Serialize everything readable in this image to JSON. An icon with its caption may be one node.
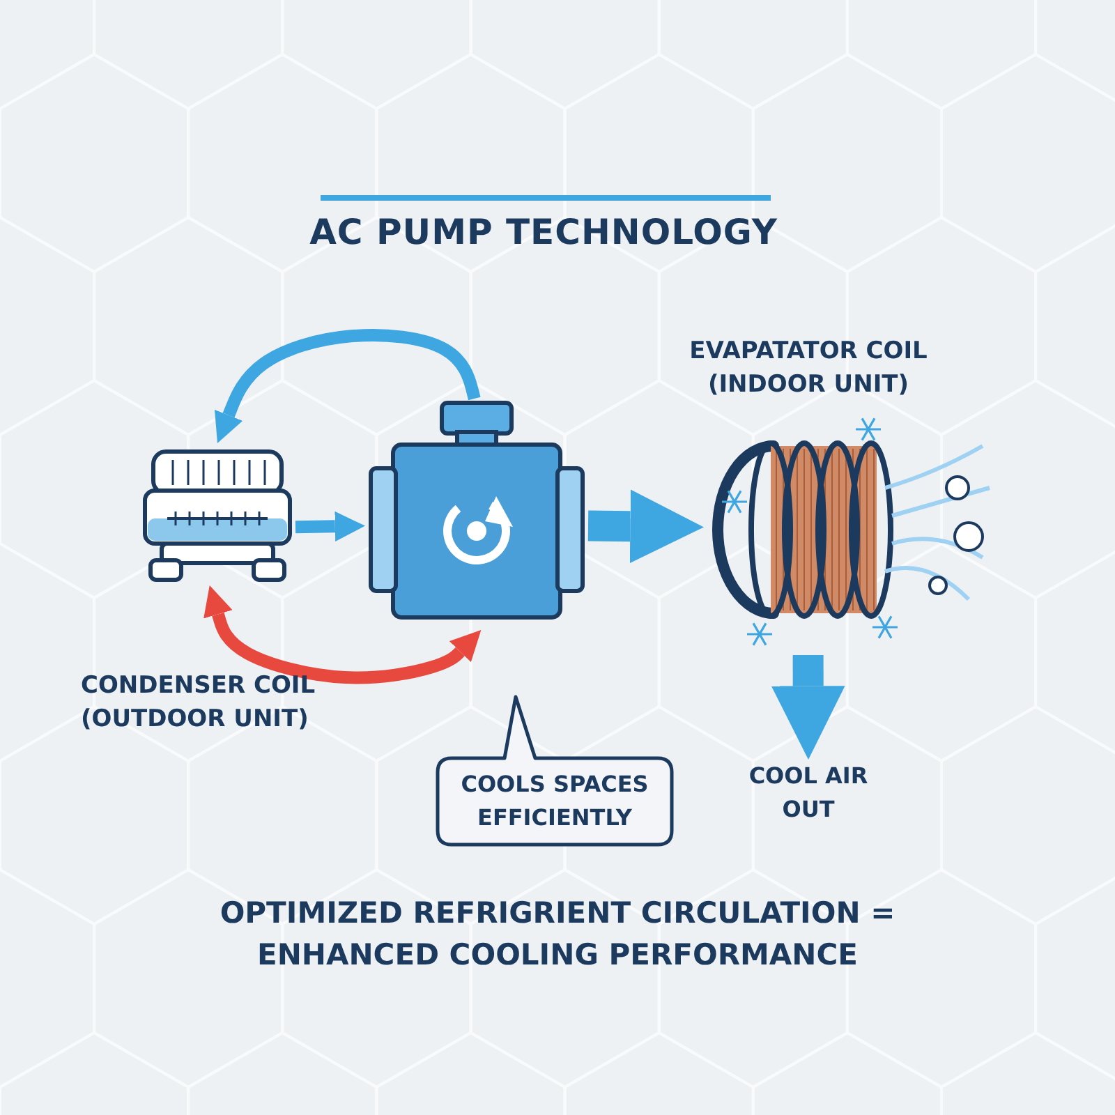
{
  "diagram": {
    "title": "AC PUMP TECHNOLOGY",
    "caption": "OPTIMIZED REFRIGRIENT CIRCULATION = ENHANCED COOLING PERFORMANCE",
    "nodes": [
      {
        "text": [],
        "shape": "picture",
        "beside": [
          "CONDENSER COIL (OUTDOOR UNIT)"
        ]
      },
      {
        "text": [],
        "shape": "picture"
      },
      {
        "text": [],
        "shape": "picture",
        "beside": [
          "EVAPATATOR COIL (INDOOR UNIT)"
        ]
      },
      {
        "text": [
          "COOL AIR OUT"
        ]
      },
      {
        "text": [
          "COOLS SPACES EFFICIENTLY"
        ]
      }
    ],
    "edges": [
      {
        "from": 1,
        "to": 0,
        "arrow": "to"
      },
      {
        "from": 0,
        "to": 1,
        "arrow": "to"
      },
      {
        "from": 0,
        "to": 1,
        "arrow": "both",
        "color": "#e8493f"
      },
      {
        "from": 1,
        "to": 2,
        "arrow": "to",
        "style": "thick"
      },
      {
        "from": 2,
        "to": 3,
        "arrow": "to",
        "style": "thick"
      }
    ]
  }
}
